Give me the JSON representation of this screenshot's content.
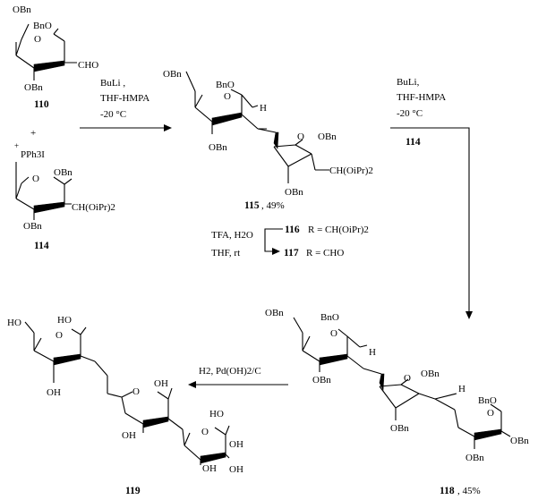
{
  "atoms": {
    "obn": "OBn",
    "bno": "BnO",
    "ring_o": "O",
    "cho": "CHO",
    "h": "H",
    "ch_oipr2": "CH(OiPr)2",
    "pph3i": "PPh3I",
    "plus": "+",
    "ho": "HO",
    "oh": "OH"
  },
  "compounds": {
    "c110": "110",
    "c114": "114",
    "c115": "115",
    "c115_yield": ", 49%",
    "c116": "116",
    "c116_r": "R = CH(OiPr)2",
    "c117": "117",
    "c117_r": "R = CHO",
    "c118": "118",
    "c118_yield": ", 45%",
    "c119": "119"
  },
  "conditions": {
    "step1_line1": "BuLi ,",
    "step1_line2": "THF-HMPA",
    "step1_line3": "-20 °C",
    "step2_line1": "BuLi,",
    "step2_line2": "THF-HMPA",
    "step2_line3": "-20 °C",
    "step2_line4": "114",
    "step3_line1": "TFA, H2O",
    "step3_line2": "THF, rt",
    "step4": "H2, Pd(OH)2/C"
  }
}
